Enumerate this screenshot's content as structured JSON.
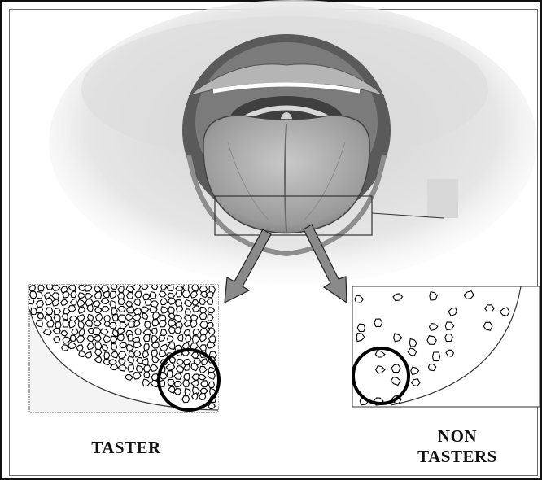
{
  "labels": {
    "taster": "TASTER",
    "non_line1": "NON",
    "non_line2": "TASTERS"
  },
  "colors": {
    "border": "#111111",
    "skin": "#d6d6d6",
    "mouth_dark": "#6f6f6f",
    "tongue": "#b9b9b9",
    "arrow": "#8a8a8a",
    "papillae": "#000000"
  },
  "icons": [
    "down-arrow-left",
    "down-arrow-right",
    "magnifier-circle"
  ]
}
